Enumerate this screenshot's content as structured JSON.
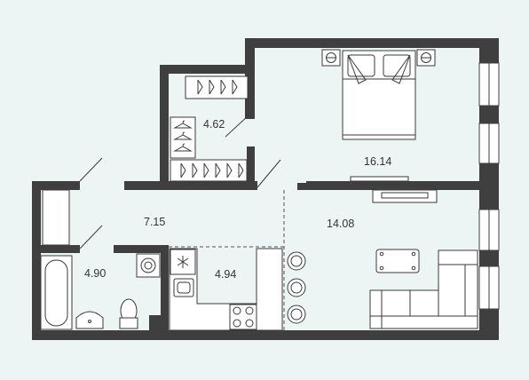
{
  "rooms": [
    {
      "id": "wardrobe",
      "area": "4.62"
    },
    {
      "id": "bedroom",
      "area": "16.14"
    },
    {
      "id": "hallway",
      "area": "7.15"
    },
    {
      "id": "living-room",
      "area": "14.08"
    },
    {
      "id": "bathroom",
      "area": "4.90"
    },
    {
      "id": "kitchen",
      "area": "4.94"
    }
  ],
  "colors": {
    "background": "#edf4f4",
    "wall": "#3f3f3f",
    "furniture": "#ffffff",
    "line": "#3a3a3a"
  },
  "icons": [
    "hanger-icon",
    "bed-icon",
    "sofa-icon",
    "bathtub-icon",
    "sink-icon",
    "toilet-icon",
    "washing-machine-icon",
    "stove-icon",
    "fridge-icon",
    "bar-stool-icon",
    "tv-icon",
    "coffee-table-icon",
    "window-icon",
    "door-swing-icon"
  ]
}
